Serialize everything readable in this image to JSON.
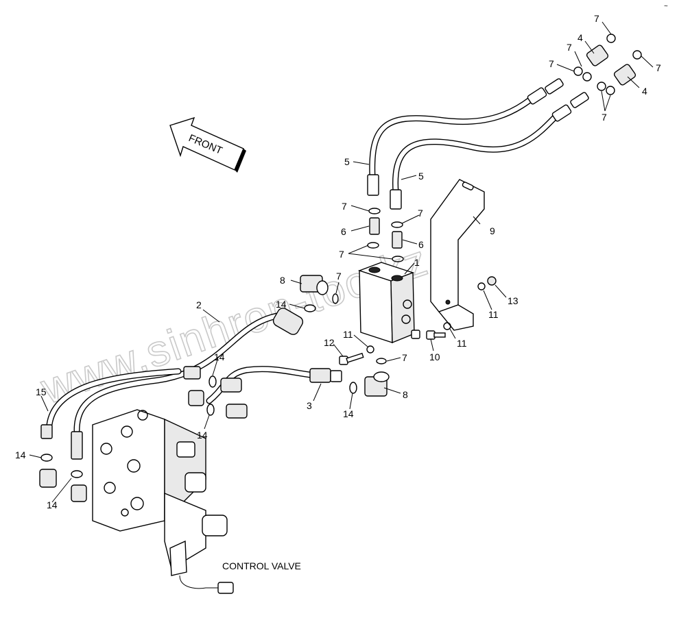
{
  "diagram": {
    "front_label": "FRONT",
    "control_valve_label": "CONTROL VALVE",
    "watermark": "www.sinhron-too.kz",
    "corner_mark": "~"
  },
  "callouts": {
    "c1": "1",
    "c2": "2",
    "c3": "3",
    "c4a": "4",
    "c4b": "4",
    "c5a": "5",
    "c5b": "5",
    "c6a": "6",
    "c6b": "6",
    "c7a": "7",
    "c7b": "7",
    "c7c": "7",
    "c7d": "7",
    "c7e": "7",
    "c7f": "7",
    "c7g": "7",
    "c7h": "7",
    "c7i": "7",
    "c7j": "7",
    "c8a": "8",
    "c8b": "8",
    "c9": "9",
    "c10": "10",
    "c11a": "11",
    "c11b": "11",
    "c11c": "11",
    "c12": "12",
    "c13": "13",
    "c14a": "14",
    "c14b": "14",
    "c14c": "14",
    "c14d": "14",
    "c14e": "14",
    "c14f": "14",
    "c15": "15"
  }
}
